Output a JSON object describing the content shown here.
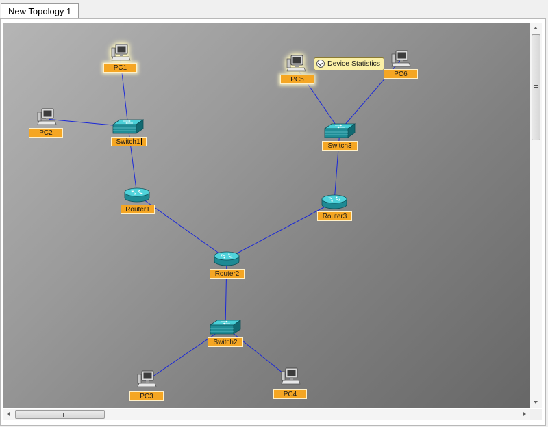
{
  "tabs": [
    {
      "label": "New Topology 1",
      "active": true
    }
  ],
  "colors": {
    "label_fill": "#f5a623",
    "link": "#1a28d8",
    "tooltip_fill": "#fbf0a6"
  },
  "devices": [
    {
      "id": "pc1",
      "name": "PC1",
      "type": "pc-icon"
    },
    {
      "id": "pc2",
      "name": "PC2",
      "type": "pc-icon"
    },
    {
      "id": "pc3",
      "name": "PC3",
      "type": "pc-icon"
    },
    {
      "id": "pc4",
      "name": "PC4",
      "type": "pc-icon"
    },
    {
      "id": "pc5",
      "name": "PC5",
      "type": "pc-icon"
    },
    {
      "id": "pc6",
      "name": "PC6",
      "type": "pc-icon"
    },
    {
      "id": "switch1",
      "name": "Switch1",
      "type": "switch-icon"
    },
    {
      "id": "switch2",
      "name": "Switch2",
      "type": "switch-icon"
    },
    {
      "id": "switch3",
      "name": "Switch3",
      "type": "switch-icon"
    },
    {
      "id": "router1",
      "name": "Router1",
      "type": "router-icon"
    },
    {
      "id": "router2",
      "name": "Router2",
      "type": "router-icon"
    },
    {
      "id": "router3",
      "name": "Router3",
      "type": "router-icon"
    }
  ],
  "links": [
    [
      "pc1",
      "switch1"
    ],
    [
      "pc2",
      "switch1"
    ],
    [
      "switch1",
      "router1"
    ],
    [
      "router1",
      "router2"
    ],
    [
      "router3",
      "router2"
    ],
    [
      "switch3",
      "router3"
    ],
    [
      "pc5",
      "switch3"
    ],
    [
      "pc6",
      "switch3"
    ],
    [
      "router2",
      "switch2"
    ],
    [
      "switch2",
      "pc3"
    ],
    [
      "switch2",
      "pc4"
    ]
  ],
  "tooltip": {
    "text": "Device Statistics",
    "icon": "chevron-down-circle-icon"
  }
}
